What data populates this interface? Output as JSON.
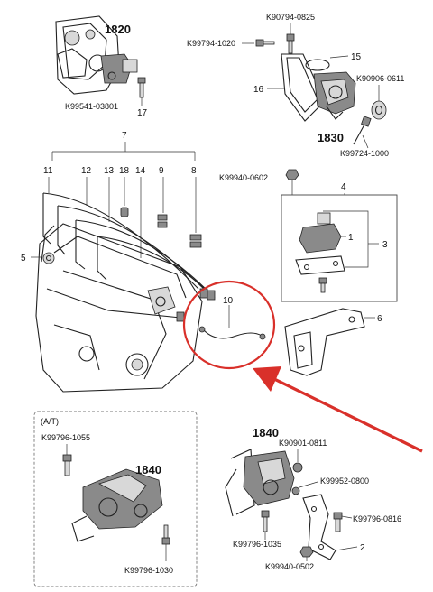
{
  "labels": {
    "k99794_1020": "K99794-1020",
    "k90794_0825": "K90794-0825",
    "k90906_0611": "K90906-0611",
    "k99724_1000": "K99724-1000",
    "k99541_03801": "K99541-03801",
    "k99940_0602": "K99940-0602",
    "k99796_1055": "K99796-1055",
    "k99796_1030": "K99796-1030",
    "k90901_0811": "K90901-0811",
    "k99952_0800": "K99952-0800",
    "k99796_0816": "K99796-0816",
    "k99796_1035": "K99796-1035",
    "k99940_0502": "K99940-0502",
    "g1820": "1820",
    "g1830": "1830",
    "g1840a": "1840",
    "g1840b": "1840",
    "at": "(A/T)",
    "n1": "1",
    "n2": "2",
    "n3": "3",
    "n4": "4",
    "n5": "5",
    "n6": "6",
    "n7": "7",
    "n8": "8",
    "n9": "9",
    "n10": "10",
    "n11": "11",
    "n12": "12",
    "n13": "13",
    "n14": "14",
    "n15": "15",
    "n16": "16",
    "n17": "17",
    "n18": "18"
  },
  "colors": {
    "highlight": "#d9302a",
    "ink": "#222222"
  }
}
